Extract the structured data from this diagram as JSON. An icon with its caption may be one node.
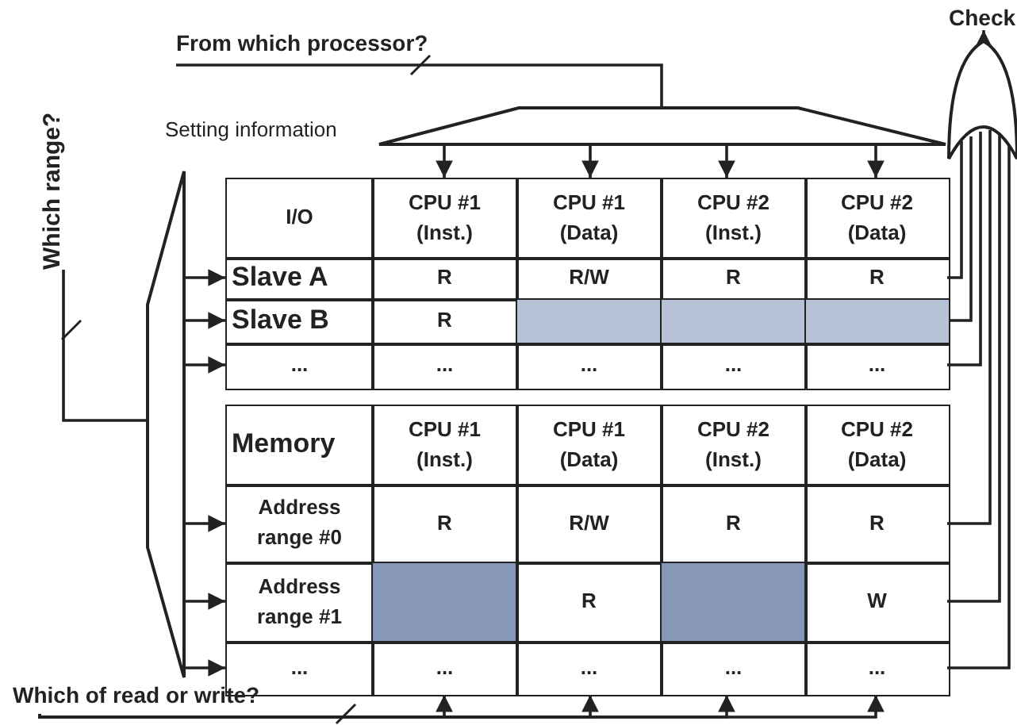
{
  "diagram": {
    "nodes": [
      {
        "text": [
          "From which processor?"
        ]
      },
      {
        "text": [],
        "shape": "trapezoid"
      },
      {
        "text": [
          "Which range?"
        ]
      },
      {
        "text": [],
        "shape": "trapezoid"
      },
      {
        "text": [
          "Check"
        ]
      },
      {
        "text": [],
        "shape": "gate"
      },
      {
        "text": [
          "I/O"
        ]
      },
      {
        "text": [
          "CPU #1 (Inst.)"
        ]
      },
      {
        "text": [
          "CPU #1 (Data)"
        ]
      },
      {
        "text": [
          "CPU #2 (Inst.)"
        ]
      },
      {
        "text": [
          "CPU #2 (Data)"
        ]
      },
      {
        "text": [
          "Slave A"
        ]
      },
      {
        "text": [
          "R"
        ]
      },
      {
        "text": [
          "R/W"
        ]
      },
      {
        "text": [
          "R"
        ]
      },
      {
        "text": [
          "R"
        ]
      },
      {
        "text": [
          "Slave B"
        ]
      },
      {
        "text": [
          "R"
        ]
      },
      {
        "text": [],
        "shape": "box"
      },
      {
        "text": [],
        "shape": "box"
      },
      {
        "text": [],
        "shape": "box"
      },
      {
        "text": [
          "..."
        ]
      },
      {
        "text": [
          "..."
        ]
      },
      {
        "text": [
          "..."
        ]
      },
      {
        "text": [
          "..."
        ]
      },
      {
        "text": [
          "..."
        ]
      },
      {
        "text": [
          "Memory"
        ]
      },
      {
        "text": [
          "CPU #1 (Inst.)"
        ]
      },
      {
        "text": [
          "CPU #1 (Data)"
        ]
      },
      {
        "text": [
          "CPU #2 (Inst.)"
        ]
      },
      {
        "text": [
          "CPU #2 (Data)"
        ]
      },
      {
        "text": [
          "Address range #0"
        ]
      },
      {
        "text": [
          "R"
        ]
      },
      {
        "text": [
          "R/W"
        ]
      },
      {
        "text": [
          "R"
        ]
      },
      {
        "text": [
          "R"
        ]
      },
      {
        "text": [
          "Address range #1"
        ]
      },
      {
        "text": [],
        "shape": "box"
      },
      {
        "text": [
          "R"
        ]
      },
      {
        "text": [],
        "shape": "box"
      },
      {
        "text": [
          "W"
        ]
      },
      {
        "text": [
          "..."
        ]
      },
      {
        "text": [
          "..."
        ]
      },
      {
        "text": [
          "..."
        ]
      },
      {
        "text": [
          "..."
        ]
      },
      {
        "text": [
          "..."
        ]
      },
      {
        "text": [
          "Which of read or write?"
        ]
      }
    ],
    "edges": [
      {
        "from": 0,
        "to": 1,
        "arrow": "none"
      },
      {
        "from": 1,
        "to": 7,
        "arrow": "to"
      },
      {
        "from": 1,
        "to": 8,
        "arrow": "to"
      },
      {
        "from": 1,
        "to": 9,
        "arrow": "to"
      },
      {
        "from": 1,
        "to": 10,
        "arrow": "to"
      },
      {
        "from": 2,
        "to": 3,
        "arrow": "none"
      },
      {
        "from": 3,
        "to": 11,
        "arrow": "to"
      },
      {
        "from": 3,
        "to": 16,
        "arrow": "to"
      },
      {
        "from": 3,
        "to": 21,
        "arrow": "to"
      },
      {
        "from": 3,
        "to": 31,
        "arrow": "to"
      },
      {
        "from": 3,
        "to": 36,
        "arrow": "to"
      },
      {
        "from": 3,
        "to": 41,
        "arrow": "to"
      },
      {
        "from": 15,
        "to": 5,
        "arrow": "none"
      },
      {
        "from": 20,
        "to": 5,
        "arrow": "none"
      },
      {
        "from": 25,
        "to": 5,
        "arrow": "none"
      },
      {
        "from": 35,
        "to": 5,
        "arrow": "none"
      },
      {
        "from": 40,
        "to": 5,
        "arrow": "none"
      },
      {
        "from": 45,
        "to": 5,
        "arrow": "none"
      },
      {
        "from": 5,
        "to": 4,
        "arrow": "to"
      },
      {
        "from": 46,
        "to": 42,
        "arrow": "to"
      },
      {
        "from": 46,
        "to": 43,
        "arrow": "to"
      },
      {
        "from": 46,
        "to": 44,
        "arrow": "to"
      },
      {
        "from": 46,
        "to": 45,
        "arrow": "to"
      }
    ],
    "labels": [
      "Setting information"
    ]
  }
}
